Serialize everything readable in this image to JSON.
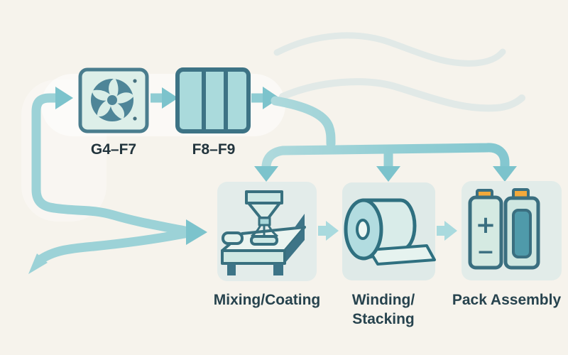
{
  "diagram": {
    "type": "cleanroom-airflow-process-flow",
    "background_color": "#f6f3ec",
    "flow_color": "#9cd2d7",
    "arrowhead_color": "#7cc3cc",
    "outline_color": "#3a6f80",
    "panel_color": "#e3ecea",
    "battery_terminal_color": "#f2a93b",
    "filters": [
      {
        "label": "G4–F7",
        "icon": "fan-unit-icon"
      },
      {
        "label": "F8–F9",
        "icon": "filter-bank-icon"
      }
    ],
    "stages": [
      {
        "label": "Mixing/Coating",
        "icon": "coating-machine-icon"
      },
      {
        "label_line1": "Winding/",
        "label_line2": "Stacking",
        "icon": "electrode-roll-icon"
      },
      {
        "label": "Pack Assembly",
        "icon": "battery-cells-icon"
      }
    ],
    "pack_cell_symbols": {
      "plus": "+",
      "minus": "−"
    }
  }
}
